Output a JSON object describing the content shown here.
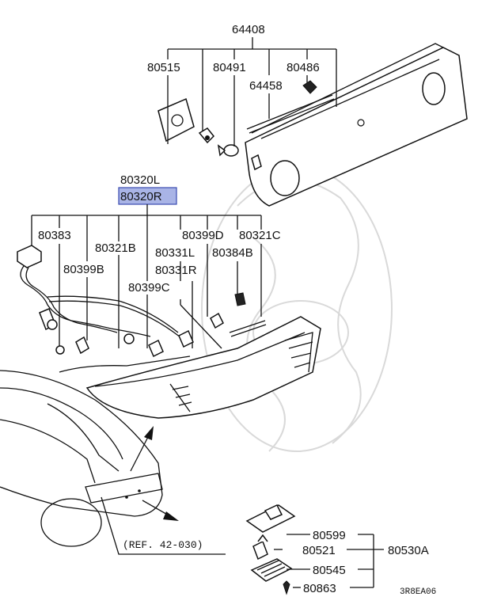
{
  "diagram": {
    "top_group": {
      "assembly": "64408",
      "parts": [
        "80515",
        "80491",
        "64458",
        "80486"
      ]
    },
    "lamp_group": {
      "left": "80320L",
      "right": "80320R",
      "parts": [
        "80383",
        "80321B",
        "80399B",
        "80399D",
        "80321C",
        "80331L",
        "80384B",
        "80331R",
        "80399C"
      ]
    },
    "plate_group": {
      "assembly": "80530A",
      "parts": [
        "80599",
        "80521",
        "80545",
        "80863"
      ]
    },
    "reference": "(REF. 42-030)",
    "figure_code": "3R8EA06",
    "colors": {
      "highlight_fill": "#a9b4e6",
      "highlight_border": "#3a4bb0",
      "ink": "#111111",
      "watermark": "#d9d9d9"
    }
  }
}
